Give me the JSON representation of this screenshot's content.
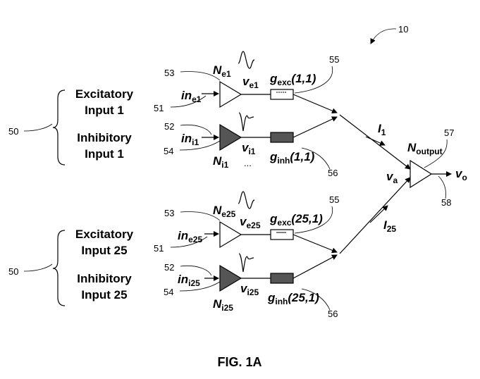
{
  "figure_ref": "10",
  "caption": "FIG. 1A",
  "output": {
    "name": "N",
    "sub": "output",
    "ref": "57",
    "out_label": "v",
    "out_sub": "o",
    "out_ref": "58",
    "va_label": "v",
    "va_sub": "a"
  },
  "branches": [
    {
      "group_ref": "50",
      "excitatory_text": [
        "Excitatory",
        "Input 1"
      ],
      "inhibitory_text": [
        "Inhibitory",
        "Input 1"
      ],
      "exc": {
        "in_label": "in",
        "in_sub": "e1",
        "ref_in": "51",
        "ref_neuron": "53",
        "neuron": "N",
        "neuron_sub": "e1",
        "v": "v",
        "v_sub": "e1",
        "g": "g",
        "g_sub": "exc",
        "g_idx": "(1,1)",
        "ref_g": "55"
      },
      "inh": {
        "in_label": "in",
        "in_sub": "i1",
        "ref_in": "52",
        "ref_neuron": "54",
        "neuron": "N",
        "neuron_sub": "i1",
        "v": "v",
        "v_sub": "i1",
        "g": "g",
        "g_sub": "inh",
        "g_idx": "(1,1)",
        "ref_g": "56"
      },
      "current": "I",
      "current_sub": "1",
      "ellipsis": "..."
    },
    {
      "group_ref": "50",
      "excitatory_text": [
        "Excitatory",
        "Input 25"
      ],
      "inhibitory_text": [
        "Inhibitory",
        "Input 25"
      ],
      "exc": {
        "in_label": "in",
        "in_sub": "e25",
        "ref_in": "51",
        "ref_neuron": "53",
        "neuron": "N",
        "neuron_sub": "e25",
        "v": "v",
        "v_sub": "e25",
        "g": "g",
        "g_sub": "exc",
        "g_idx": "(25,1)",
        "ref_g": "55"
      },
      "inh": {
        "in_label": "in",
        "in_sub": "i25",
        "ref_in": "52",
        "ref_neuron": "54",
        "neuron": "N",
        "neuron_sub": "i25",
        "v": "v",
        "v_sub": "i25",
        "g": "g",
        "g_sub": "inh",
        "g_idx": "(25,1)",
        "ref_g": "56"
      },
      "current": "I",
      "current_sub": "25",
      "ellipsis": ""
    }
  ]
}
